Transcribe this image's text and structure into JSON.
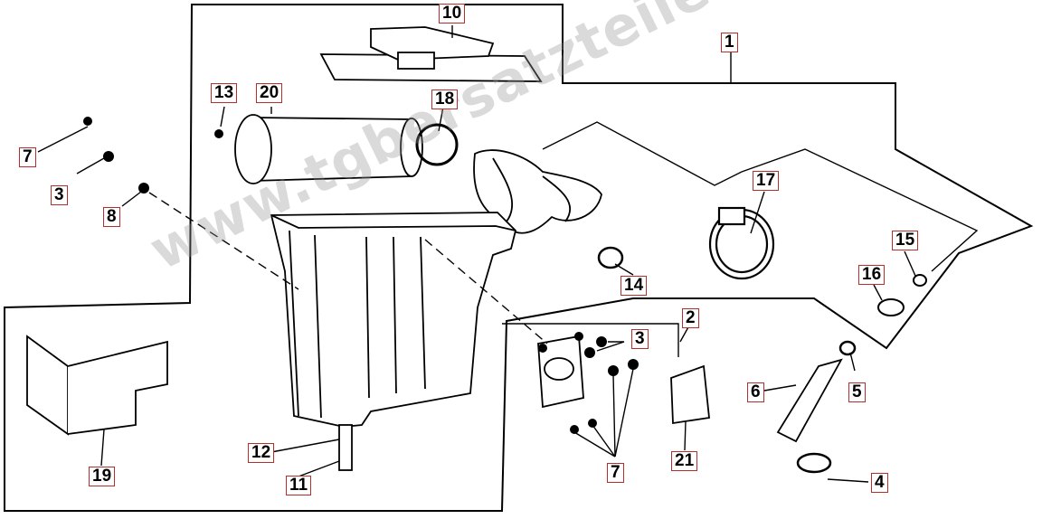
{
  "colors": {
    "line": "#000000",
    "callout_border": "#b3302d",
    "watermark": "#9a9a9a"
  },
  "watermark": "www.tgbersatzteile.de",
  "callouts": {
    "c1": "1",
    "c2": "2",
    "c3a": "3",
    "c3b": "3",
    "c4": "4",
    "c5": "5",
    "c6": "6",
    "c7a": "7",
    "c7b": "7",
    "c8": "8",
    "c10": "10",
    "c11": "11",
    "c12": "12",
    "c13": "13",
    "c14": "14",
    "c15": "15",
    "c16": "16",
    "c17": "17",
    "c18": "18",
    "c19": "19",
    "c20": "20",
    "c21": "21"
  }
}
